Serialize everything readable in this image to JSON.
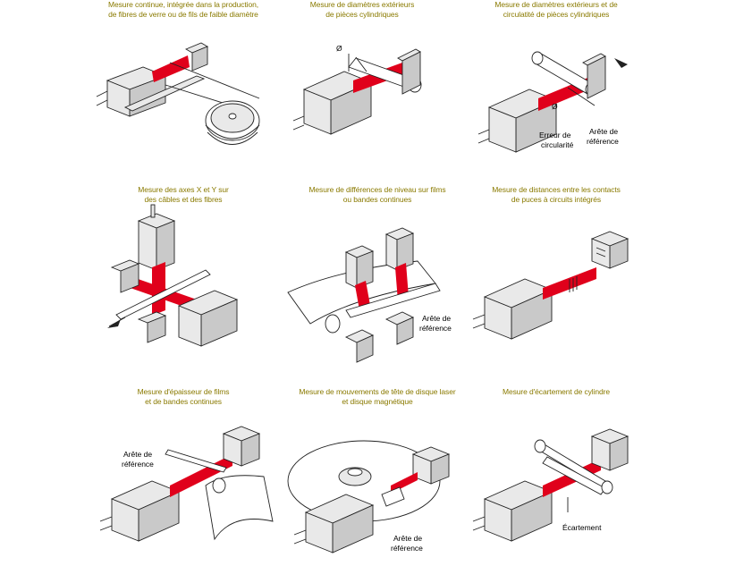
{
  "colors": {
    "caption": "#8a7a00",
    "beam": "#e0001b"
  },
  "panels": [
    {
      "caption": "Mesure continue, intégrée dans la production,\nde fibres de verre ou de fils de faible diamètre",
      "labels": []
    },
    {
      "caption": "Mesure de diamètres extérieurs\nde pièces cylindriques",
      "labels": [
        "Ø"
      ]
    },
    {
      "caption": "Mesure de diamètres extérieurs et de\ncirculatité de pièces cylindriques",
      "labels": [
        "Ø",
        "Erreur de",
        "circularité",
        "Arête de",
        "référence"
      ]
    },
    {
      "caption": "Mesure des axes X et Y sur\ndes câbles et des fibres",
      "labels": []
    },
    {
      "caption": "Mesure de différences de niveau sur films\nou bandes continues",
      "labels": [
        "Arête de",
        "référence"
      ]
    },
    {
      "caption": "Mesure de distances entre les contacts\nde puces à circuits intégrés",
      "labels": []
    },
    {
      "caption": "Mesure d'épaisseur de films\net de bandes continues",
      "labels": [
        "Arête de",
        "référence"
      ]
    },
    {
      "caption": "Mesure de mouvements de tête de disque laser\net disque magnétique",
      "labels": [
        "Arête de",
        "référence"
      ]
    },
    {
      "caption": "Mesure d'écartement de cylindre",
      "labels": [
        "Écartement"
      ]
    }
  ]
}
